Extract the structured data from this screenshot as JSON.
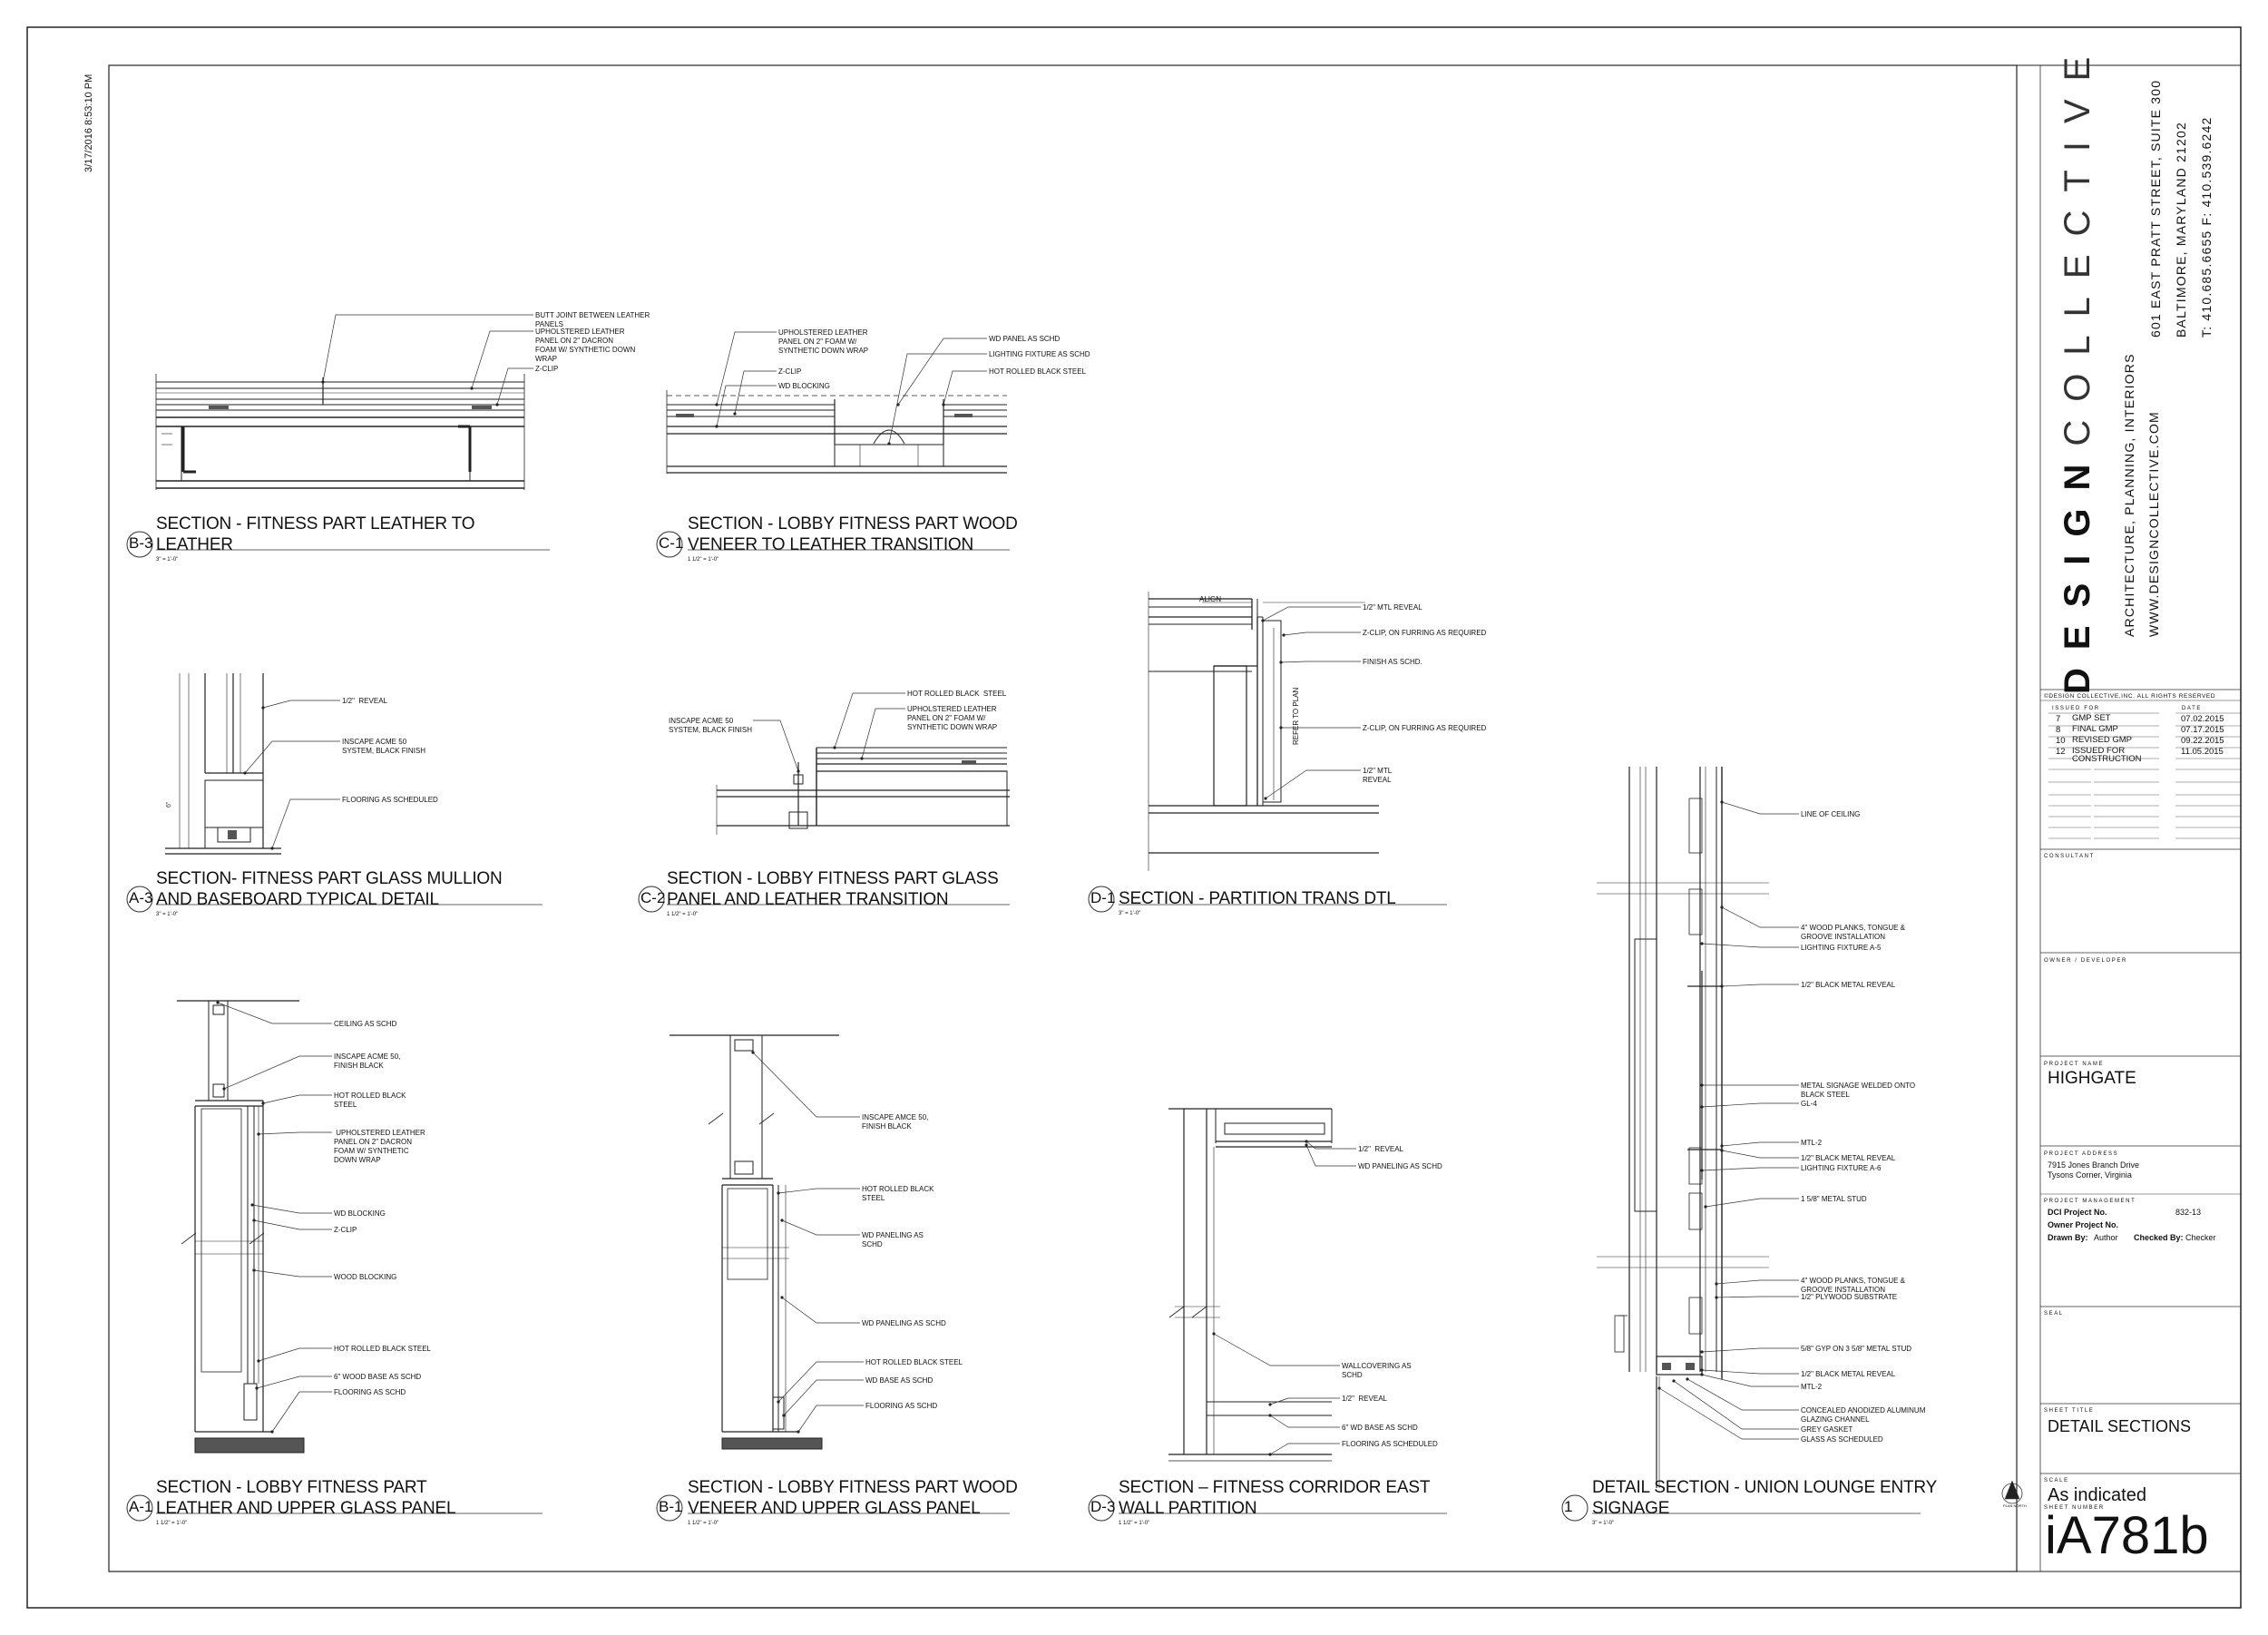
{
  "stamp": "3/17/2016 8:53:10 PM",
  "sections": [
    {
      "id": "sec-b3",
      "tag": "B-3",
      "lines": [
        "SECTION - FITNESS PART LEATHER TO",
        "LEATHER"
      ],
      "scale": "3\" = 1'-0\""
    },
    {
      "id": "sec-c1",
      "tag": "C-1",
      "lines": [
        "SECTION - LOBBY  FITNESS PART WOOD",
        "VENEER TO LEATHER TRANSITION"
      ],
      "scale": "1 1/2\" = 1'-0\""
    },
    {
      "id": "sec-a3",
      "tag": "A-3",
      "lines": [
        "SECTION- FITNESS PART GLASS MULLION",
        "AND BASEBOARD TYPICAL DETAIL"
      ],
      "scale": "3\" = 1'-0\""
    },
    {
      "id": "sec-c2",
      "tag": "C-2",
      "lines": [
        "SECTION - LOBBY  FITNESS PART GLASS",
        "PANEL  AND LEATHER TRANSITION"
      ],
      "scale": "1 1/2\" = 1'-0\""
    },
    {
      "id": "sec-d1",
      "tag": "D-1",
      "lines": [
        "SECTION - PARTITION TRANS DTL"
      ],
      "scale": "3\" = 1'-0\""
    },
    {
      "id": "sec-a1",
      "tag": "A-1",
      "lines": [
        "SECTION - LOBBY  FITNESS PART",
        "LEATHER AND UPPER GLASS PANEL"
      ],
      "scale": "1 1/2\" = 1'-0\""
    },
    {
      "id": "sec-b1",
      "tag": "B-1",
      "lines": [
        "SECTION - LOBBY  FITNESS PART WOOD",
        "VENEER AND UPPER GLASS PANEL"
      ],
      "scale": "1 1/2\" = 1'-0\""
    },
    {
      "id": "sec-d3",
      "tag": "D-3",
      "lines": [
        "SECTION – FITNESS CORRIDOR EAST",
        "WALL PARTITION"
      ],
      "scale": "1 1/2\" = 1'-0\""
    },
    {
      "id": "sec-1",
      "tag": "1",
      "lines": [
        "DETAIL SECTION - UNION LOUNGE ENTRY",
        "SIGNAGE"
      ],
      "scale": "3\" = 1'-0\""
    }
  ],
  "notes": {
    "b3": [
      "BUTT JOINT BETWEEN LEATHER\nPANELS",
      "UPHOLSTERED LEATHER\nPANEL ON 2\" DACRON\nFOAM W/ SYNTHETIC DOWN\nWRAP",
      "Z-CLIP"
    ],
    "c1": [
      "UPHOLSTERED LEATHER\nPANEL ON 2\" FOAM W/\nSYNTHETIC DOWN WRAP",
      "Z-CLIP",
      "WD BLOCKING",
      "WD PANEL AS SCHD",
      "LIGHTING FIXTURE AS SCHD",
      "HOT ROLLED BLACK STEEL"
    ],
    "a3": [
      "1/2\"  REVEAL",
      "INSCAPE ACME 50\nSYSTEM, BLACK FINISH",
      "FLOORING AS SCHEDULED"
    ],
    "c2": [
      "HOT ROLLED BLACK  STEEL",
      "UPHOLSTERED LEATHER\nPANEL ON 2\" FOAM W/\nSYNTHETIC DOWN WRAP",
      "INSCAPE ACME 50\nSYSTEM, BLACK FINISH"
    ],
    "d1": [
      "ALIGN",
      "1/2\" MTL REVEAL",
      "Z-CLIP, ON FURRING AS REQUIRED",
      "FINISH AS SCHD.",
      "Z-CLIP, ON FURRING AS REQUIRED",
      "1/2\" MTL\nREVEAL",
      "REFER TO PLAN"
    ],
    "a1": [
      "CEILING AS SCHD",
      "INSCAPE ACME 50,\nFINISH BLACK",
      "HOT ROLLED BLACK\nSTEEL",
      " UPHOLSTERED LEATHER\nPANEL ON 2\" DACRON\nFOAM W/ SYNTHETIC\nDOWN WRAP",
      "WD BLOCKING",
      "Z-CLIP",
      "WOOD BLOCKING",
      "HOT ROLLED BLACK STEEL",
      "6\" WOOD BASE AS SCHD",
      "FLOORING AS SCHD"
    ],
    "b1": [
      "INSCAPE AMCE 50,\nFINISH BLACK",
      "HOT ROLLED BLACK\nSTEEL",
      "WD PANELING AS\nSCHD",
      "WD PANELING AS SCHD",
      "HOT ROLLED BLACK STEEL",
      "WD BASE AS SCHD",
      "FLOORING AS SCHD"
    ],
    "d3": [
      "1/2\"  REVEAL",
      "WD PANELING AS SCHD",
      "WALLCOVERING AS\nSCHD",
      "1/2\"  REVEAL",
      "6\" WD BASE AS SCHD",
      "FLOORING AS SCHEDULED"
    ],
    "s1": [
      "LINE OF CEILING",
      "4\" WOOD PLANKS, TONGUE &\nGROOVE INSTALLATION",
      "LIGHTING FIXTURE A-5",
      "1/2\" BLACK METAL REVEAL",
      "METAL SIGNAGE WELDED ONTO\nBLACK STEEL",
      "GL-4",
      "MTL-2",
      "1/2\" BLACK METAL REVEAL",
      "LIGHTING FIXTURE A-6",
      "1 5/8\" METAL STUD",
      "4\" WOOD PLANKS, TONGUE &\nGROOVE INSTALLATION",
      "1/2\" PLYWOOD SUBSTRATE",
      "5/8\" GYP ON 3 5/8\" METAL STUD",
      "1/2\" BLACK METAL REVEAL",
      "MTL-2",
      "CONCEALED ANODIZED ALUMINUM\nGLAZING CHANNEL",
      "GREY GASKET",
      "GLASS AS SCHEDULED"
    ]
  },
  "titleblock": {
    "logo_bold": "DESIGN",
    "logo_light": "COLLECTIVE",
    "tagline": "ARCHITECTURE, PLANNING, INTERIORS",
    "website": "WWW.DESIGNCOLLECTIVE.COM",
    "address1": "601 EAST PRATT STREET, SUITE 300",
    "address2": "BALTIMORE, MARYLAND 21202",
    "phone": "T: 410.685.6655 F: 410.539.6242",
    "copyright": "©DESIGN COLLECTIVE,INC. ALL RIGHTS RESERVED",
    "issued_for_label": "ISSUED FOR",
    "date_label": "DATE",
    "revisions": [
      {
        "num": "7",
        "desc": "GMP SET",
        "date": "07.02.2015"
      },
      {
        "num": "8",
        "desc": "FINAL GMP",
        "date": "07.17.2015"
      },
      {
        "num": "10",
        "desc": "REVISED GMP",
        "date": "09.22.2015"
      },
      {
        "num": "12",
        "desc": "ISSUED FOR\nCONSTRUCTION",
        "date": "11.05.2015"
      }
    ],
    "consultant_label": "CONSULTANT",
    "owner_label": "OWNER / DEVELOPER",
    "project_name_label": "PROJECT NAME",
    "project_name": "HIGHGATE",
    "project_address_label": "PROJECT ADDRESS",
    "project_address": "7915 Jones Branch Drive\nTysons Corner, Virginia",
    "project_mgmt_label": "PROJECT MANAGEMENT",
    "dci_project_label": "DCI Project No.",
    "dci_project_no": "832-13",
    "owner_project_label": "Owner Project No.",
    "drawn_by_label": "Drawn By:",
    "drawn_by": "Author",
    "checked_by_label": "Checked By:",
    "checked_by": "Checker",
    "seal_label": "SEAL",
    "sheet_title_label": "SHEET TITLE",
    "sheet_title": "DETAIL SECTIONS",
    "scale_label": "SCALE",
    "scale": "As indicated",
    "sheet_number_label": "SHEET NUMBER",
    "sheet_number": "iA781b",
    "north_label": "PLAN NORTH"
  }
}
